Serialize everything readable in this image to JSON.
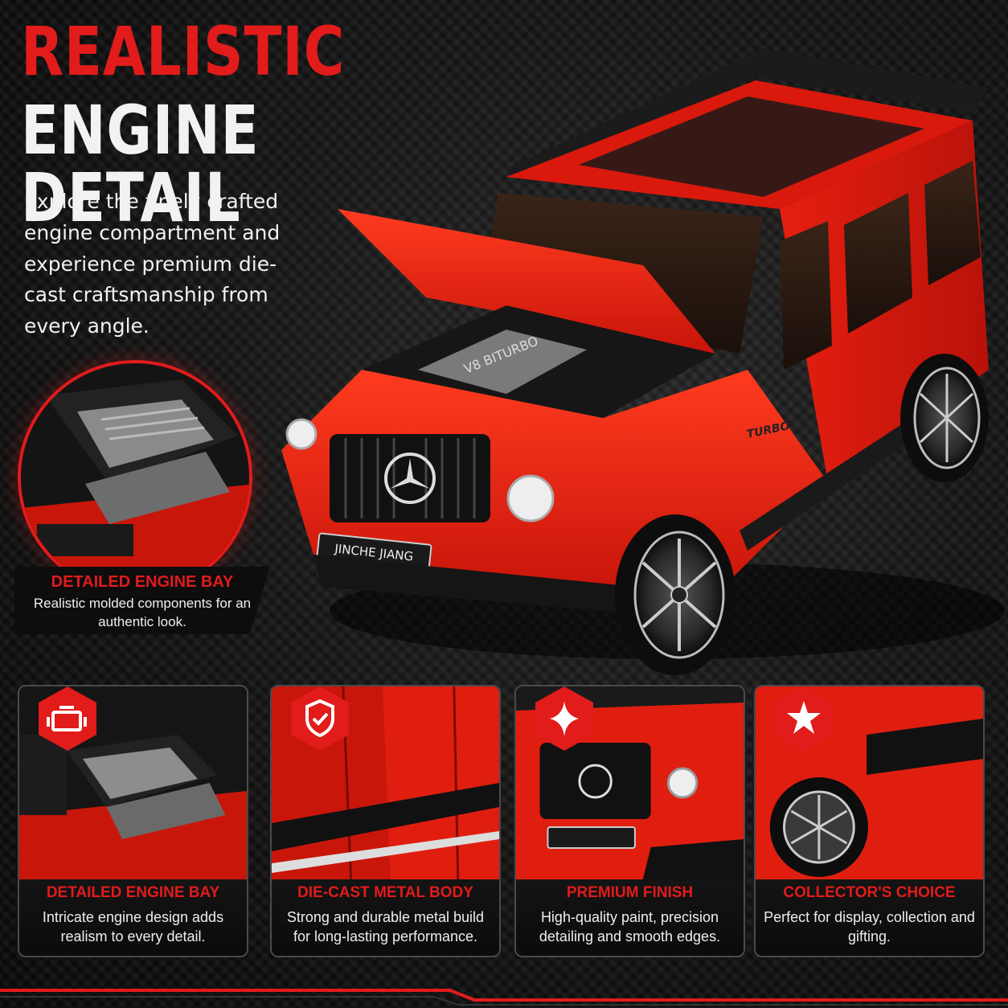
{
  "headline": {
    "line1": "REALISTIC",
    "line2": "ENGINE DETAIL"
  },
  "intro": "Explore the finely crafted engine compartment and experience premium die-cast craftsmanship from every angle.",
  "plate": "JINCHE JIANG",
  "side_badge": "TURBO",
  "engine_label": "V8 BITURBO",
  "callout": {
    "title": "DETAILED ENGINE BAY",
    "description": "Realistic molded components for an authentic look."
  },
  "features": [
    {
      "icon": "engine-icon",
      "title": "DETAILED ENGINE BAY",
      "description": "Intricate engine design adds realism to every detail."
    },
    {
      "icon": "shield-check-icon",
      "title": "DIE-CAST METAL BODY",
      "description": "Strong and durable metal build for long-lasting performance."
    },
    {
      "icon": "sparkle-icon",
      "title": "PREMIUM FINISH",
      "description": "High-quality paint, precision detailing and smooth edges."
    },
    {
      "icon": "star-icon",
      "title": "COLLECTOR'S CHOICE",
      "description": "Perfect for display, collection and gifting."
    }
  ],
  "colors": {
    "accent": "#e21b1b",
    "car_body": "#e8200f",
    "background": "#151515"
  }
}
